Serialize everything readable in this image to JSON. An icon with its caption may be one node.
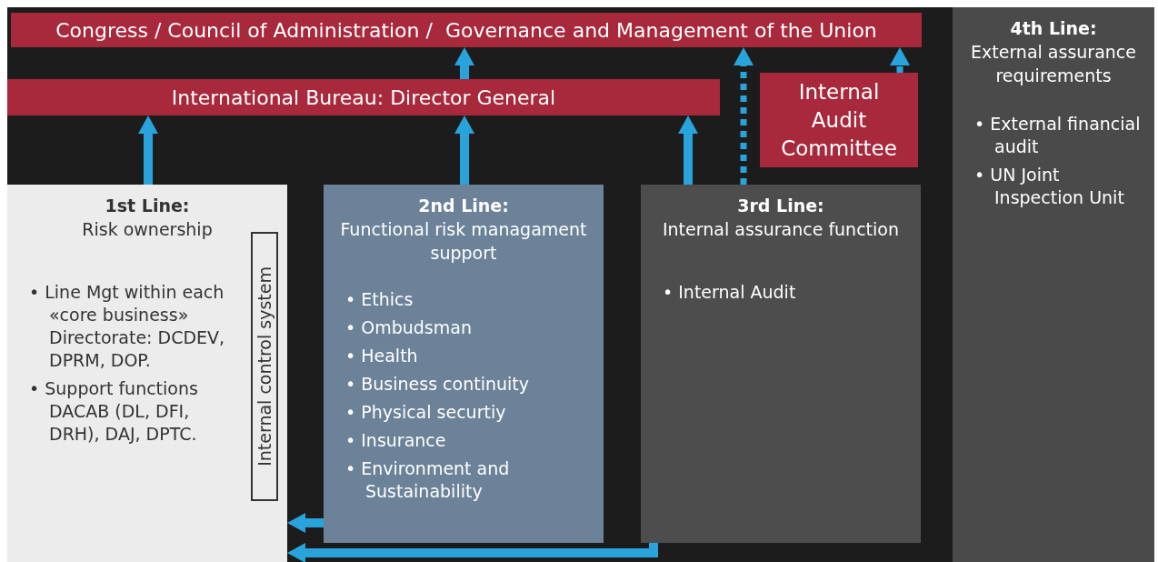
{
  "diagram": {
    "nodes": [
      {
        "text": [
          "Congress / Council of Administration /",
          "Governance and Management of the Union"
        ]
      },
      {
        "text": [
          "International Bureau: Director General"
        ]
      },
      {
        "text": [
          "Internal Audit Committee"
        ]
      },
      {
        "text": [
          "4th Line:",
          "External assurance requirements",
          "• External financial audit",
          "• UN Joint Inspection Unit"
        ]
      },
      {
        "text": [
          "1st Line:",
          "Risk ownership",
          "• Line Mgt within each «core business» Directorate: DCDEV, DPRM, DOP.",
          "• Support functions DACAB (DL, DFI, DRH), DAJ, DPTC."
        ]
      },
      {
        "text": [
          "Internal control system"
        ],
        "in": 4
      },
      {
        "text": [
          "2nd Line:",
          "Functional risk managament support",
          "• Ethics",
          "• Ombudsman",
          "• Health",
          "• Business continuity",
          "• Physical securtiy",
          "• Insurance",
          "• Environment and Sustainability"
        ]
      },
      {
        "text": [
          "3rd Line:",
          "Internal assurance function",
          "• Internal Audit"
        ]
      }
    ],
    "edges": [
      {
        "from": 1,
        "to": 0,
        "arrow": "to"
      },
      {
        "from": 4,
        "to": 1,
        "arrow": "to"
      },
      {
        "from": 6,
        "to": 1,
        "arrow": "to"
      },
      {
        "from": 7,
        "to": 1,
        "arrow": "to"
      },
      {
        "from": 7,
        "to": 0,
        "arrow": "to",
        "style": "dashed"
      },
      {
        "from": 2,
        "to": 0,
        "arrow": "to",
        "style": "dashed"
      },
      {
        "from": 6,
        "to": 4,
        "arrow": "to"
      },
      {
        "from": 7,
        "to": 4,
        "arrow": "to"
      }
    ]
  }
}
